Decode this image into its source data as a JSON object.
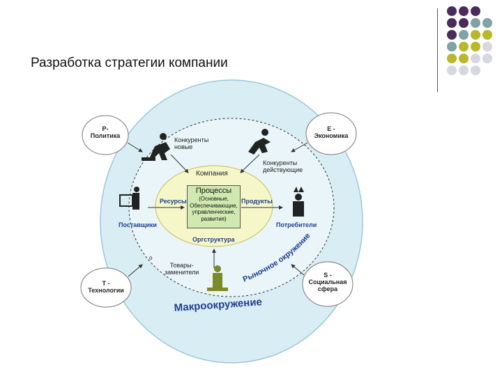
{
  "title": "Разработка стратегии компании",
  "palette": {
    "purple": "#4a2c5c",
    "teal": "#7fa3a6",
    "olive": "#b9b82a",
    "light": "#d7d7e0"
  },
  "decor_dots": [
    [
      "purple",
      "purple",
      "purple",
      ""
    ],
    [
      "purple",
      "purple",
      "teal",
      "teal"
    ],
    [
      "purple",
      "teal",
      "olive",
      "olive"
    ],
    [
      "teal",
      "olive",
      "olive",
      "light"
    ],
    [
      "olive",
      "olive",
      "light",
      "light"
    ],
    [
      "light",
      "light",
      "light",
      ""
    ]
  ],
  "diagram": {
    "company": "Компания",
    "processes_title": "Процессы",
    "processes_lines": [
      "(Основные,",
      "Обеспечивающие,",
      "управленческие,",
      "развития)"
    ],
    "resources": "Ресурсы",
    "products": "Продукты",
    "org_structure": "Оргструктура",
    "suppliers": "Поставщики",
    "consumers": "Потребители",
    "competitors_new": [
      "Конкуренты",
      "новые"
    ],
    "competitors_existing": [
      "Конкуренты",
      "действующие"
    ],
    "substitutes": [
      "Товары-",
      "заменители"
    ],
    "market_environment": "Рыночное окружение",
    "macro_environment": "Макроокружение",
    "marker": "о",
    "p_label": [
      "P-",
      "Политика"
    ],
    "e_label": [
      "E -",
      "Экономика"
    ],
    "t_label": [
      "T -",
      "Технологии"
    ],
    "s_label": [
      "S -",
      "Социальная",
      "сфера"
    ]
  }
}
